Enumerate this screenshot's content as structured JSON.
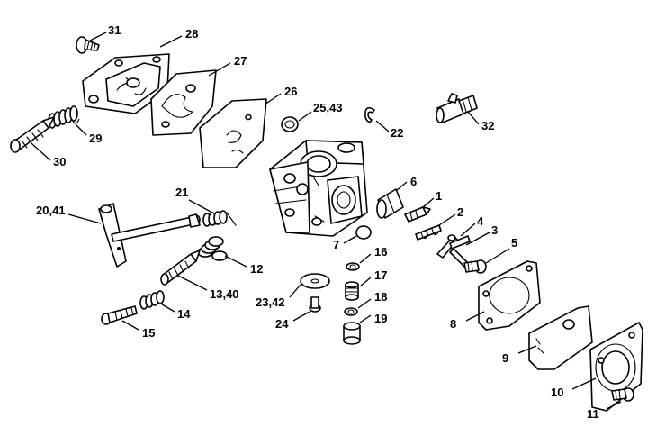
{
  "labels": {
    "l31": "31",
    "l28": "28",
    "l27": "27",
    "l26": "26",
    "l25_43": "25,43",
    "l22": "22",
    "l32": "32",
    "l29": "29",
    "l30": "30",
    "l21": "21",
    "l20_41": "20,41",
    "l6": "6",
    "l1": "1",
    "l2": "2",
    "l4": "4",
    "l3": "3",
    "l5": "5",
    "l7": "7",
    "l16": "16",
    "l17": "17",
    "l18": "18",
    "l19": "19",
    "l12": "12",
    "l13_40": "13,40",
    "l23_42": "23,42",
    "l24": "24",
    "l14": "14",
    "l15": "15",
    "l8": "8",
    "l9": "9",
    "l10": "10",
    "l11": "11"
  }
}
